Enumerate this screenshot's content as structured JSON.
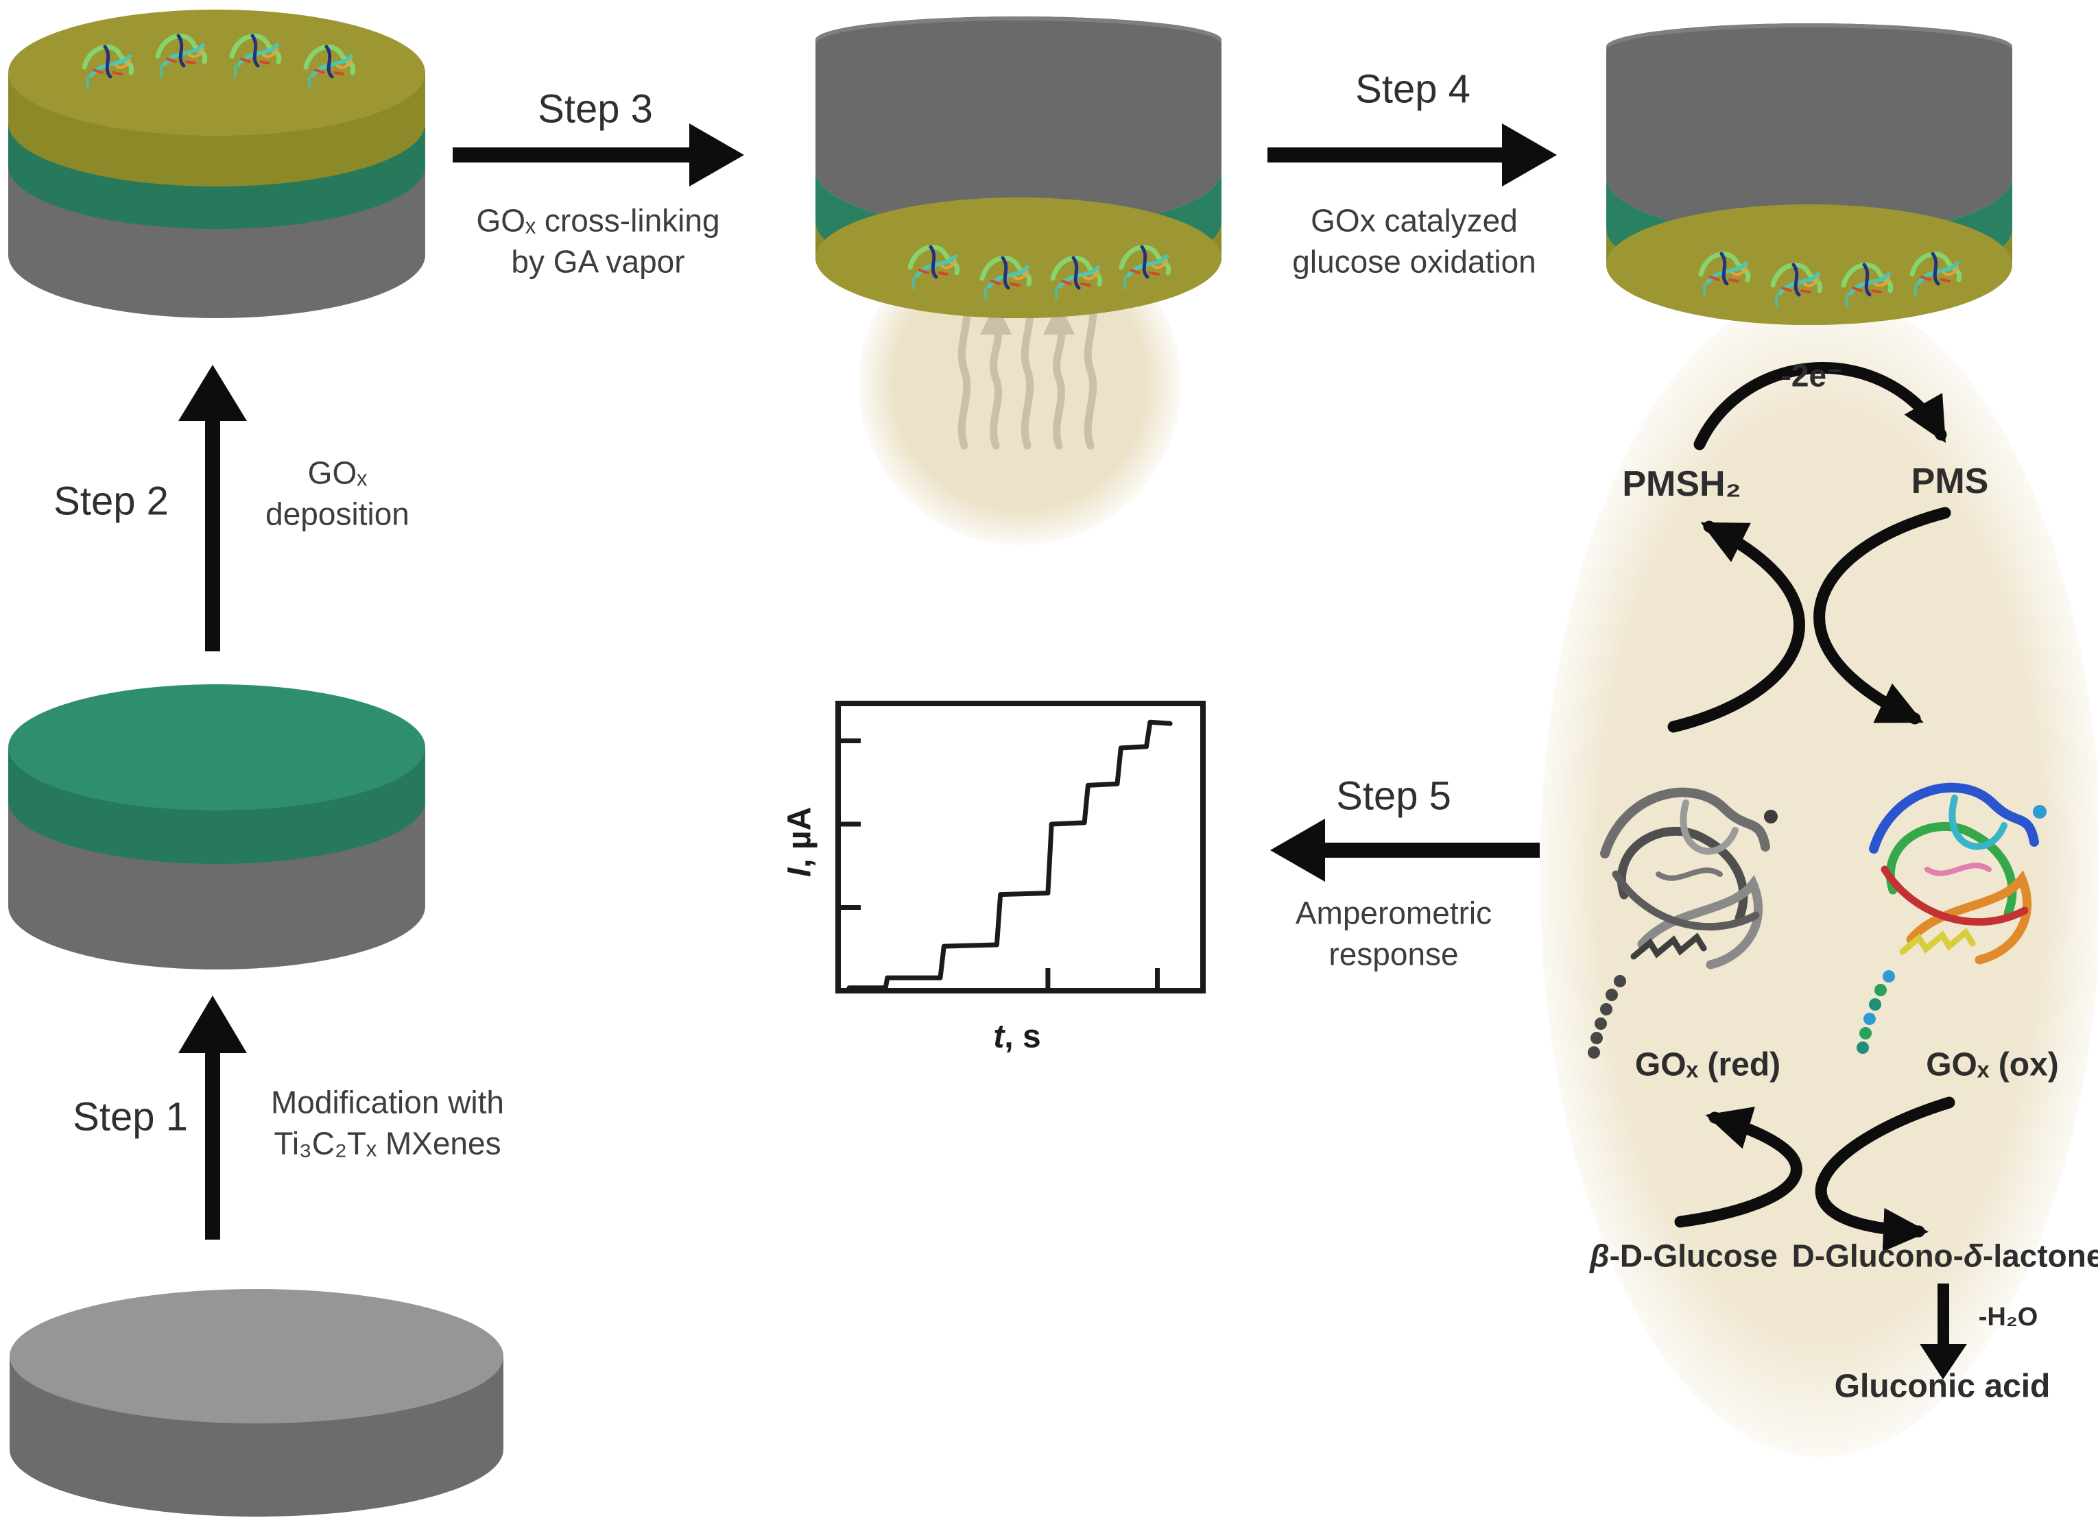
{
  "figure": {
    "kind": "biosensor fabrication and sensing scheme",
    "background": "#ffffff"
  },
  "colors": {
    "electrode_gray": "#6c6c6c",
    "electrode_gray_top": "#969696",
    "mxene_teal_top": "#2f8f6d",
    "mxene_teal_side": "#26795b",
    "gox_olive_top": "#9d9733",
    "gox_olive_side": "#8c8928",
    "vapor_glow_beige": "#ece2c8",
    "reaction_glow_beige": "#f0e7d1",
    "vapor_arrow_tan": "#c9c0a5",
    "arrow_black": "#0d0d0d",
    "chart_line": "#1a1a1a"
  },
  "steps": {
    "step1": {
      "label": "Step 1",
      "line1": "Modification with",
      "line2": "Ti₃C₂Tₓ MXenes"
    },
    "step2": {
      "label": "Step 2",
      "line1": "GOₓ",
      "line2": "deposition"
    },
    "step3": {
      "label": "Step 3",
      "line1": "GOₓ cross-linking",
      "line2": "by GA vapor"
    },
    "step4": {
      "label": "Step 4",
      "line1": "GOx catalyzed",
      "line2": "glucose oxidation"
    },
    "step5": {
      "label": "Step 5",
      "line1": "Amperometric",
      "line2": "response"
    }
  },
  "cycle": {
    "electron_transfer": "-2e⁻",
    "mediator_reduced": "PMSH₂",
    "mediator_oxidized": "PMS",
    "enzyme_reduced": "GOₓ (red)",
    "enzyme_oxidized": "GOₓ (ox)",
    "substrate_beta": "β",
    "substrate_rest": "-D-Glucose",
    "intermediate_pre": "D-Glucono-",
    "intermediate_delta": "δ",
    "intermediate_post": "-lactone",
    "water_loss": "-H₂O",
    "product": "Gluconic acid"
  },
  "chart_data": {
    "type": "line",
    "title": "",
    "xlabel_symbol": "t",
    "xlabel_rest": ", s",
    "ylabel_symbol": "I",
    "ylabel_rest": ", µA",
    "legend": [],
    "grid": false,
    "x_axis": {
      "numeric_tick_labels_shown": false,
      "tick_fracs": [
        0.575,
        0.875
      ]
    },
    "y_axis": {
      "numeric_tick_labels_shown": false,
      "tick_fracs": [
        0.29,
        0.58,
        0.87
      ]
    },
    "series": [
      {
        "name": "amperometric staircase response (arbitrary units)",
        "points_frac": [
          [
            0.03,
            0.01
          ],
          [
            0.13,
            0.01
          ],
          [
            0.135,
            0.045
          ],
          [
            0.28,
            0.045
          ],
          [
            0.29,
            0.155
          ],
          [
            0.435,
            0.16
          ],
          [
            0.445,
            0.335
          ],
          [
            0.575,
            0.34
          ],
          [
            0.585,
            0.58
          ],
          [
            0.675,
            0.585
          ],
          [
            0.685,
            0.715
          ],
          [
            0.765,
            0.72
          ],
          [
            0.775,
            0.845
          ],
          [
            0.845,
            0.85
          ],
          [
            0.855,
            0.935
          ],
          [
            0.91,
            0.93
          ]
        ]
      }
    ],
    "description": "Stepwise current increases over time upon successive glucose additions"
  }
}
